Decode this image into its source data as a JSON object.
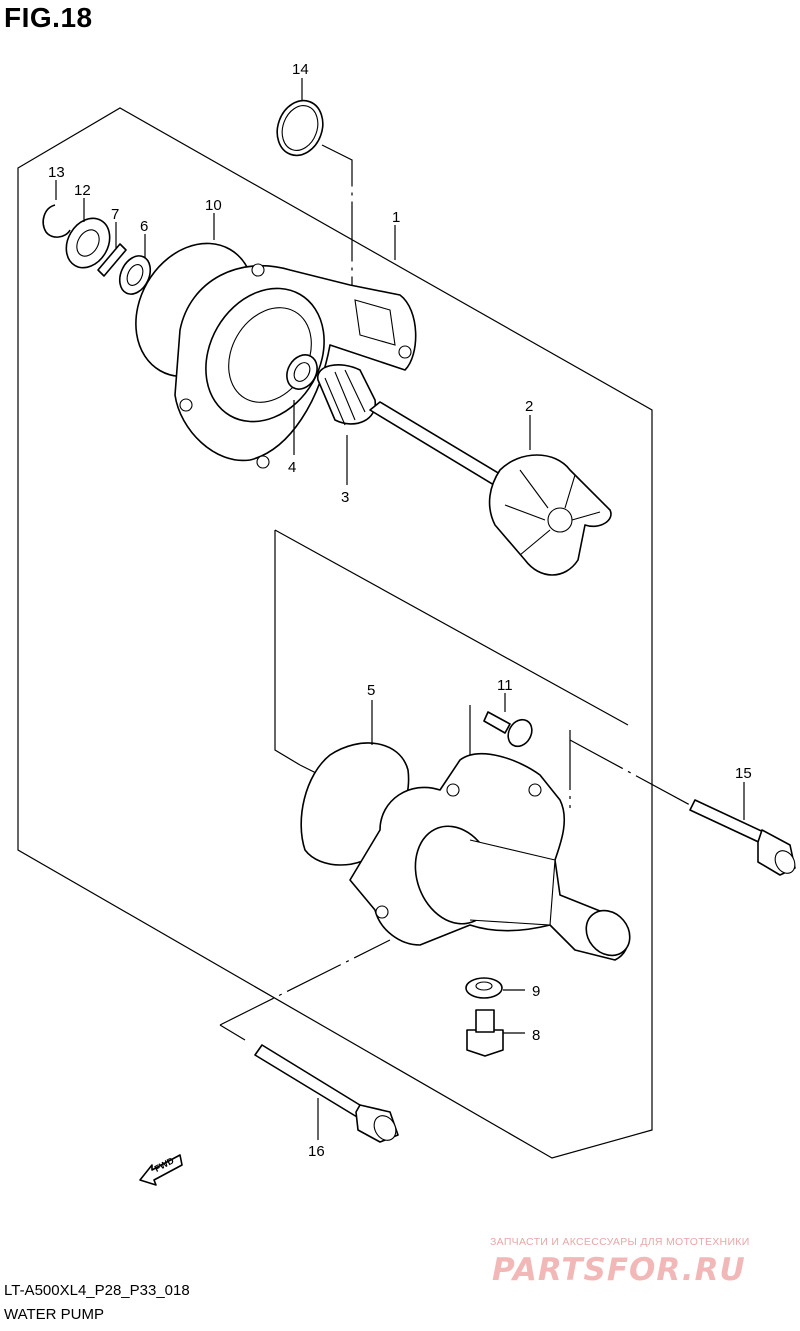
{
  "figure": {
    "title": "FIG.18",
    "model_code": "LT-A500XL4_P28_P33_018",
    "diagram_name": "WATER PUMP",
    "fwd_label": "FWD"
  },
  "callouts": [
    "1",
    "2",
    "3",
    "4",
    "5",
    "6",
    "7",
    "8",
    "9",
    "10",
    "11",
    "12",
    "13",
    "14",
    "15",
    "16"
  ],
  "watermark": {
    "tagline": "ЗАПЧАСТИ И АКСЕССУАРЫ ДЛЯ МОТОТЕХНИКИ",
    "brand": "PARTSFOR.RU"
  },
  "colors": {
    "line": "#000000",
    "background": "#ffffff",
    "watermark": "#f2b8b8"
  }
}
